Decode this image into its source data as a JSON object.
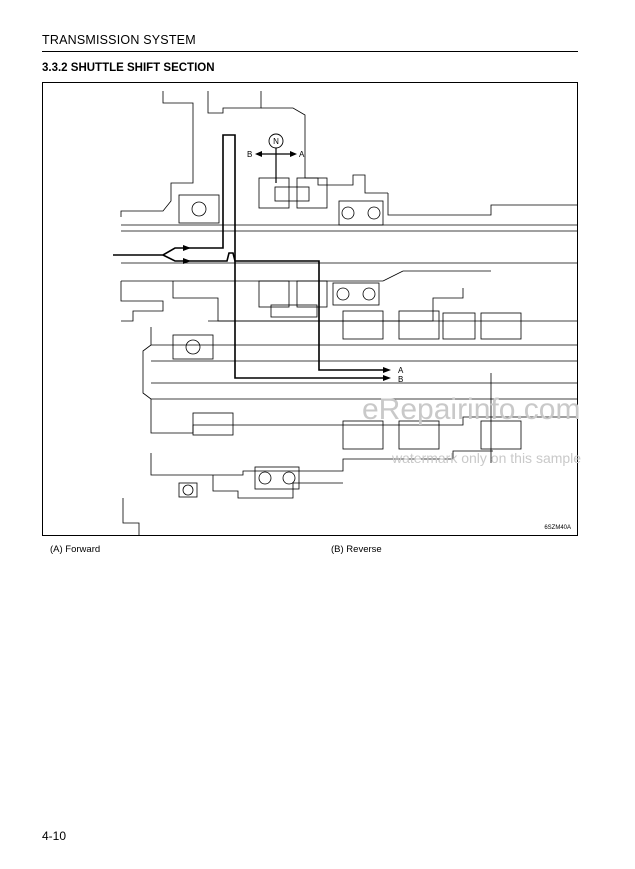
{
  "header": {
    "title": "TRANSMISSION SYSTEM"
  },
  "section": {
    "title": "3.3.2 SHUTTLE SHIFT SECTION"
  },
  "figure": {
    "neutral_label": "N",
    "dir_b": "B",
    "dir_a": "A",
    "flow_a": "A",
    "flow_b": "B",
    "code": "6SZM40A"
  },
  "legend": {
    "a": "(A) Forward",
    "b": "(B) Reverse"
  },
  "watermark": {
    "main": "eRepairinfo.com",
    "sub": "watermark only on this sample"
  },
  "footer": {
    "page": "4-10"
  }
}
